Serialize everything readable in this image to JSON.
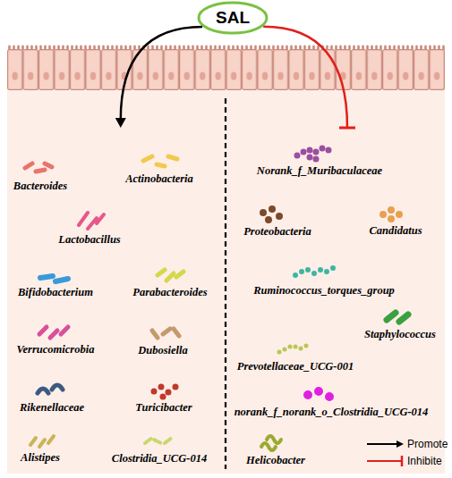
{
  "diagram": {
    "nodes": [
      {
        "text": [
          "SAL"
        ]
      },
      {
        "text": [
          "Bacteroides",
          "Actinobacteria",
          "Lactobacillus",
          "Bifidobacterium",
          "Parabacteroides",
          "Verrucomicrobia",
          "Dubosiella",
          "Rikenellaceae",
          "Turicibacter",
          "Alistipes",
          "Clostridia_UCG-014"
        ]
      },
      {
        "text": [
          "Norank_f_Muribaculaceae",
          "Proteobacteria",
          "Candidatus",
          "Ruminococcus_torques_group",
          "Staphylococcus",
          "Prevotellaceae_UCG-001",
          "norank_f_norank_o_Clostridia_UCG-014",
          "Helicobacter"
        ]
      }
    ],
    "edges": [
      {
        "from": 0,
        "to": 1,
        "arrow": "to"
      },
      {
        "from": 0,
        "to": 2,
        "arrow": "to"
      }
    ],
    "legend": [
      {
        "text": "Promote"
      },
      {
        "text": "Inhibite"
      }
    ]
  }
}
